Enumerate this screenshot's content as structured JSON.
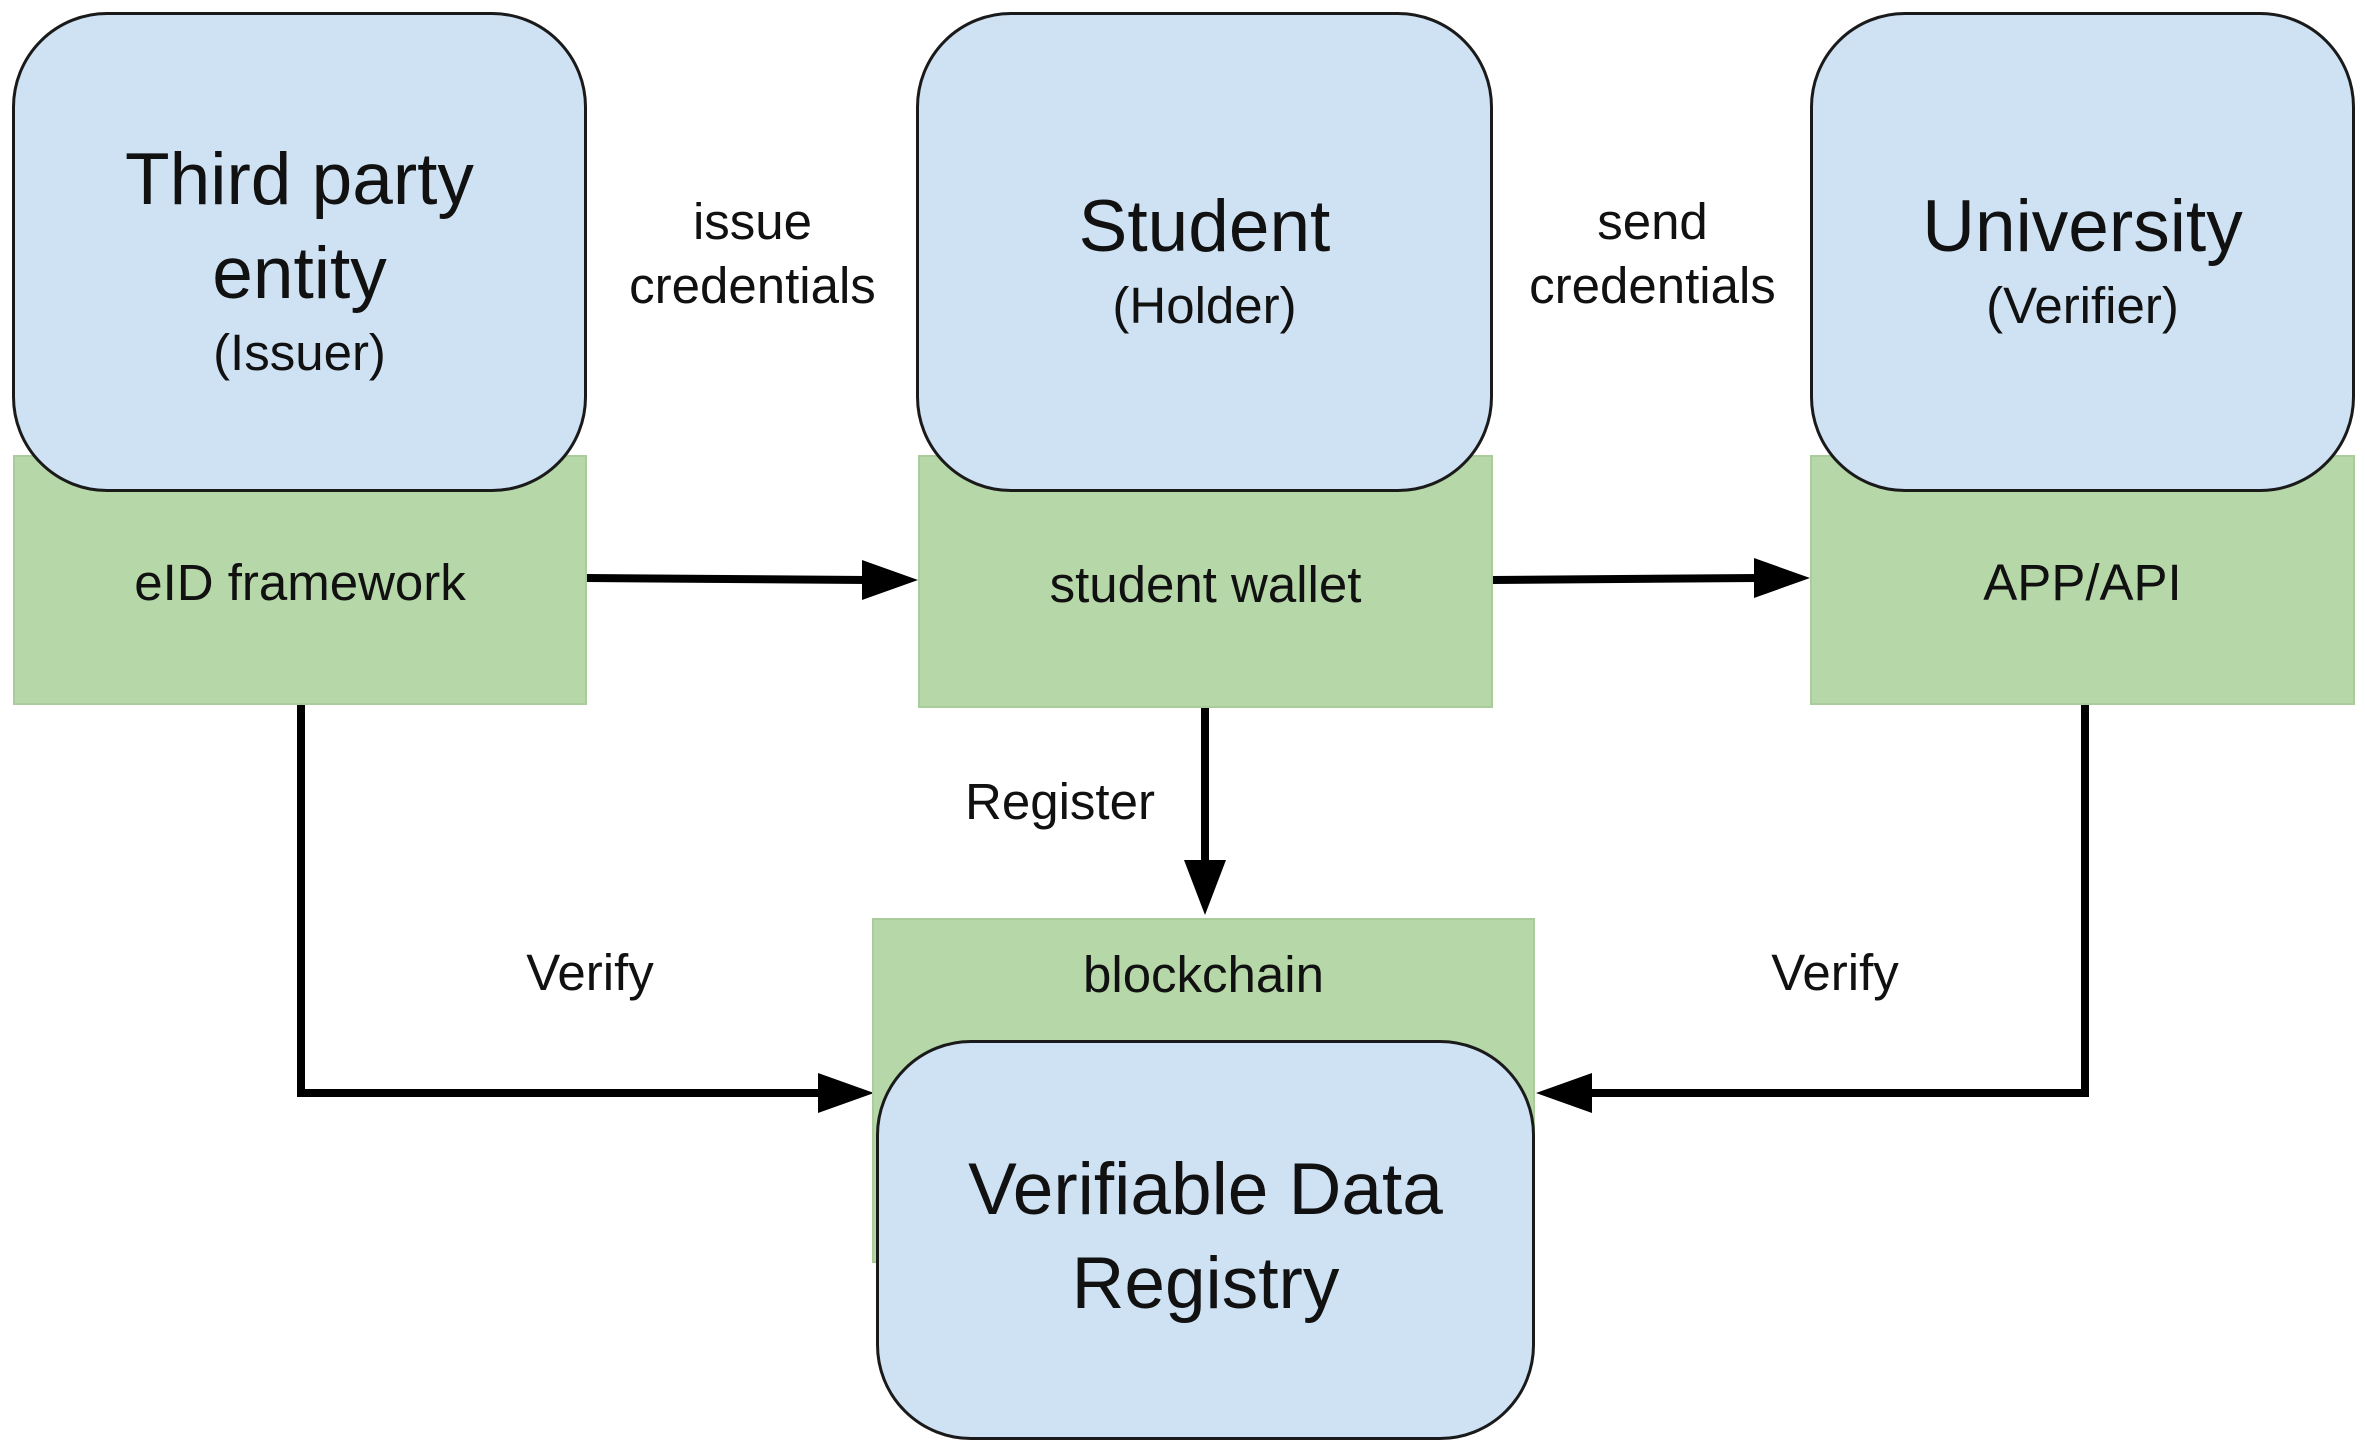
{
  "nodes": {
    "issuer": {
      "title_line1": "Third party",
      "title_line2": "entity",
      "role": "(Issuer)",
      "platform": "eID framework"
    },
    "holder": {
      "title": "Student",
      "role": "(Holder)",
      "platform": "student wallet"
    },
    "verifier": {
      "title": "University",
      "role": "(Verifier)",
      "platform": "APP/API"
    },
    "registry": {
      "title_line1": "Verifiable Data",
      "title_line2": "Registry",
      "platform": "blockchain"
    }
  },
  "edges": {
    "issue": {
      "line1": "issue",
      "line2": "credentials"
    },
    "send": {
      "line1": "send",
      "line2": "credentials"
    },
    "register": {
      "label": "Register"
    },
    "verify_left": {
      "label": "Verify"
    },
    "verify_right": {
      "label": "Verify"
    }
  },
  "colors": {
    "entity_fill": "#cfe2f3",
    "platform_fill": "#b6d7a8",
    "stroke": "#1a1a1a"
  }
}
